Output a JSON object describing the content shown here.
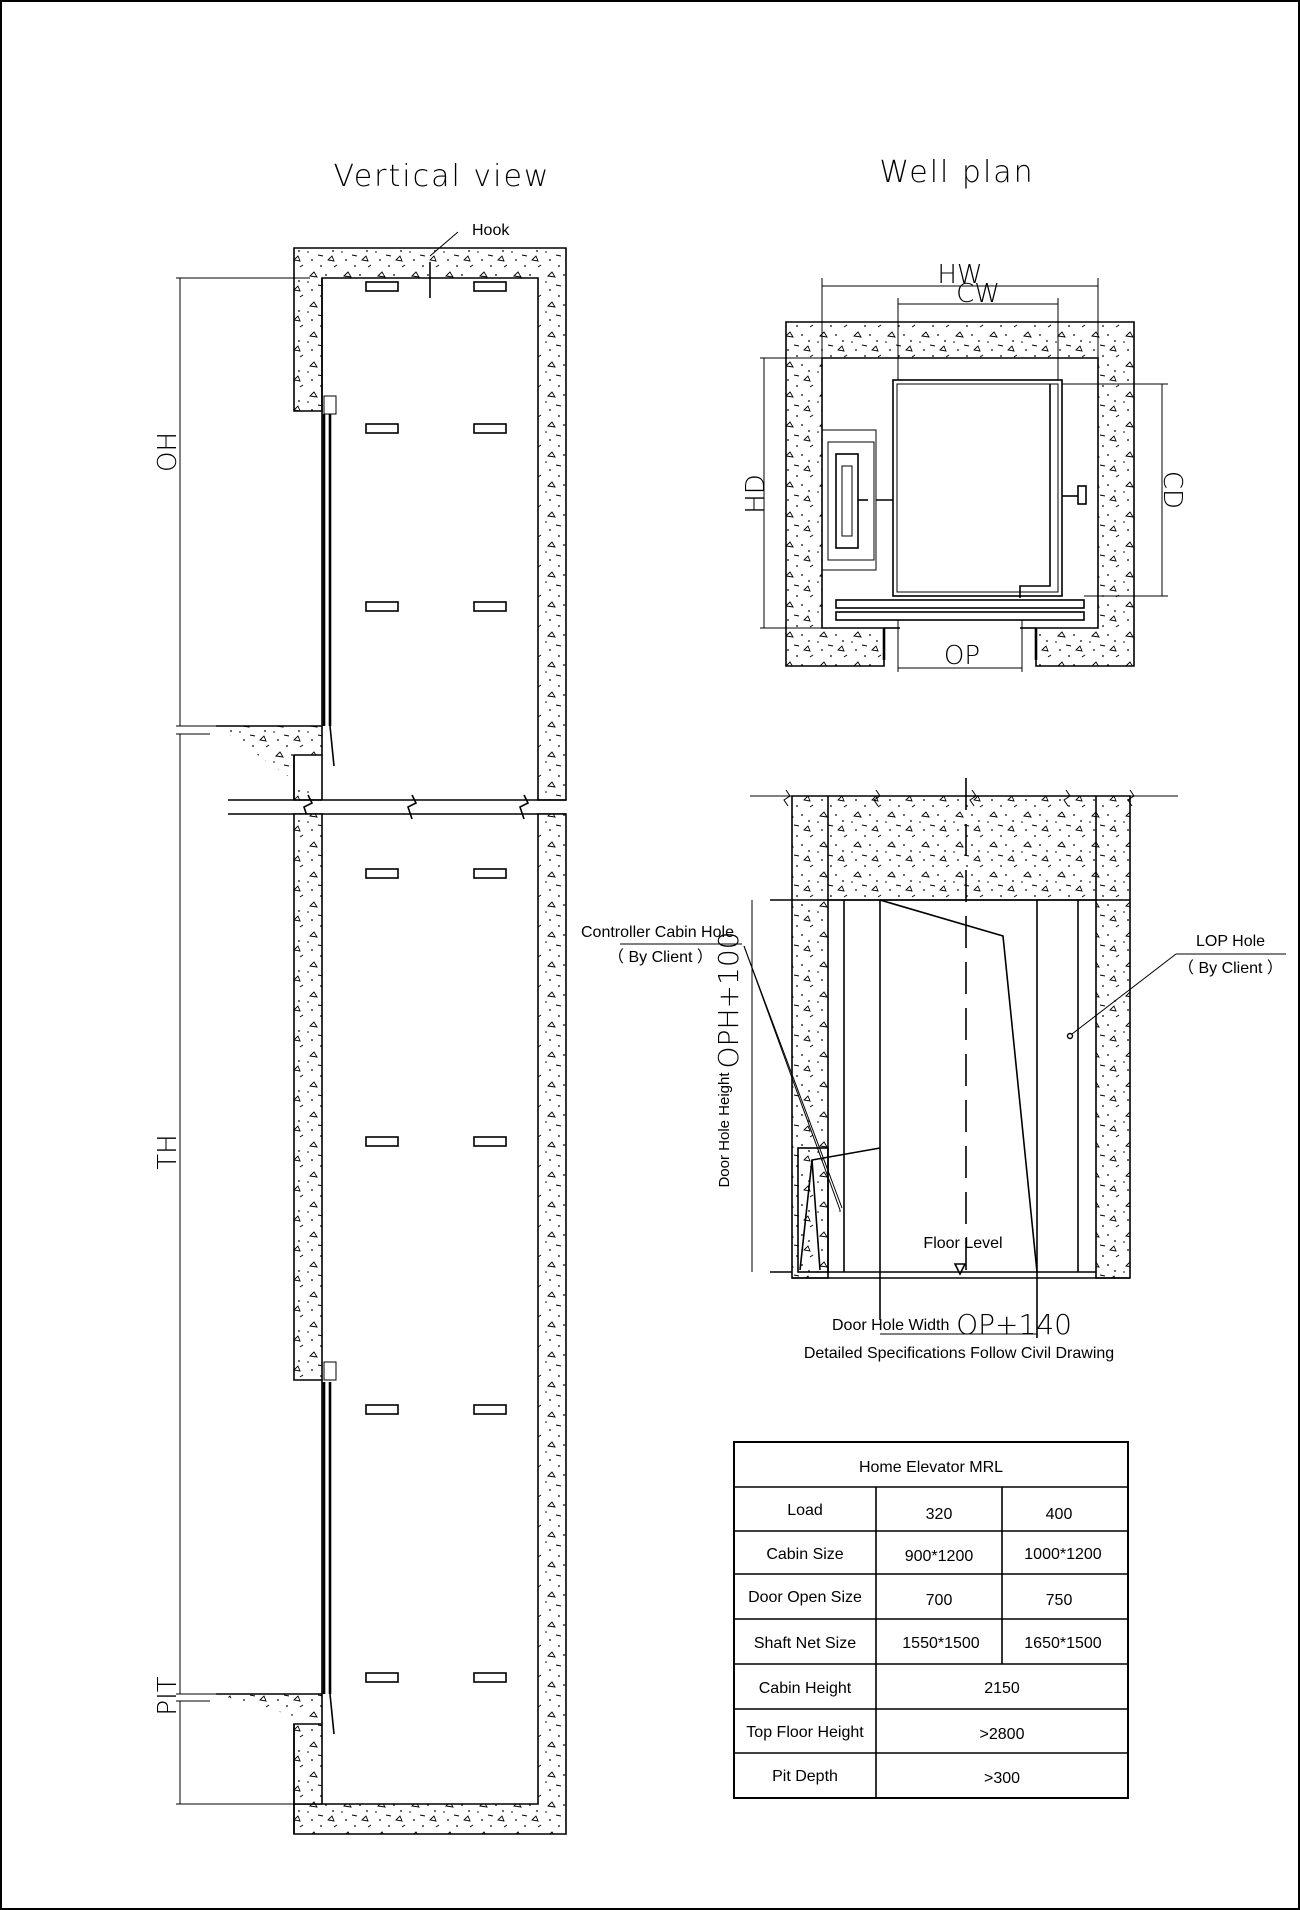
{
  "vertical_view": {
    "title": "Vertical view",
    "labels": {
      "hook": "Hook",
      "oh": "OH",
      "th": "TH",
      "pit": "PIT"
    }
  },
  "well_plan": {
    "title": "Well plan",
    "labels": {
      "hw": "HW",
      "cw": "CW",
      "hd": "HD",
      "cd": "CD",
      "op": "OP"
    }
  },
  "door_elevation": {
    "controller_hole": "Controller Cabin Hole",
    "controller_by": "（ By Client ）",
    "lop_hole": "LOP Hole",
    "lop_by": "（ By Client ）",
    "door_hole_height_label": "Door Hole Height",
    "door_hole_height_value": "OPH+100",
    "floor_level": "Floor Level",
    "door_hole_width_label": "Door Hole Width",
    "door_hole_width_value": "OP+140",
    "note": "Detailed Specifications Follow Civil Drawing"
  },
  "spec_table": {
    "title": "Home Elevator MRL",
    "rows": [
      {
        "label": "Load",
        "a": "320",
        "b": "400"
      },
      {
        "label": "Cabin Size",
        "a": "900*1200",
        "b": "1000*1200"
      },
      {
        "label": "Door Open Size",
        "a": "700",
        "b": "750"
      },
      {
        "label": "Shaft Net Size",
        "a": "1550*1500",
        "b": "1650*1500"
      },
      {
        "label": "Cabin Height",
        "merged": "2150"
      },
      {
        "label": "Top Floor Height",
        "merged": ">2800"
      },
      {
        "label": "Pit Depth",
        "merged": ">300"
      }
    ]
  }
}
